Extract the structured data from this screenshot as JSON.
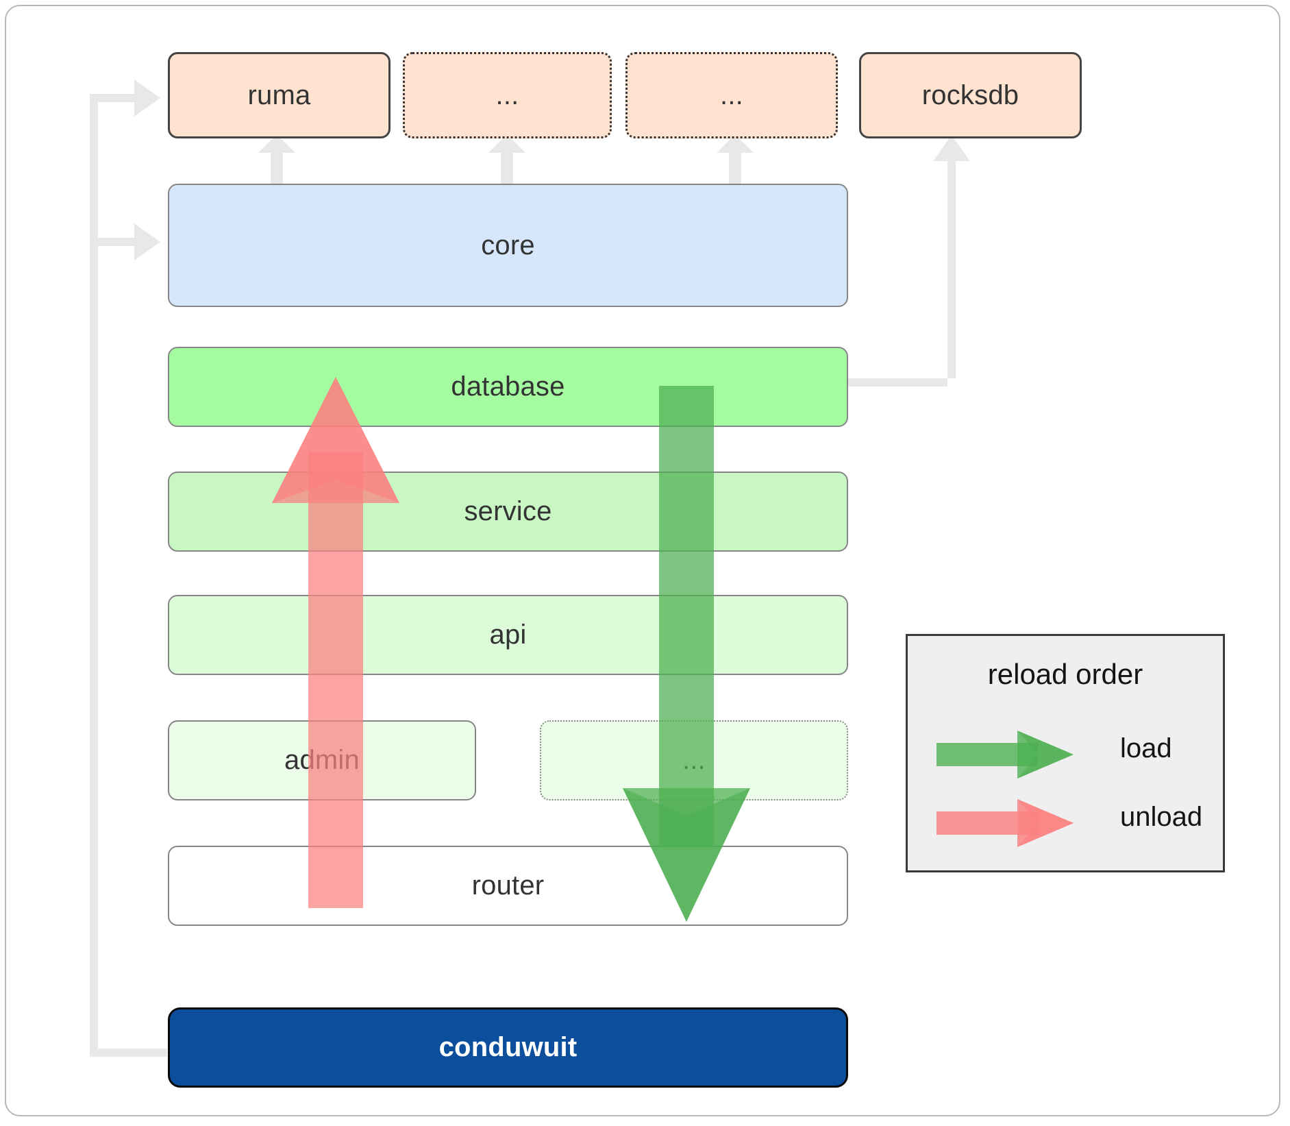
{
  "diagram": {
    "title": "conduwuit crate architecture / reload order",
    "external_crates": [
      {
        "id": "ruma",
        "label": "ruma",
        "style": "solid",
        "fill": "#ffe3d0"
      },
      {
        "id": "ext1",
        "label": "...",
        "style": "dotted",
        "fill": "#ffe3d0"
      },
      {
        "id": "ext2",
        "label": "...",
        "style": "dotted",
        "fill": "#ffe3d0"
      },
      {
        "id": "rocksdb",
        "label": "rocksdb",
        "style": "solid",
        "fill": "#ffe3d0"
      }
    ],
    "layers": [
      {
        "id": "core",
        "label": "core",
        "style": "solid",
        "fill": "#d6e7fb"
      },
      {
        "id": "database",
        "label": "database",
        "style": "solid",
        "fill": "#a5fca0"
      },
      {
        "id": "service",
        "label": "service",
        "style": "solid",
        "fill": "#c9f7c4"
      },
      {
        "id": "api",
        "label": "api",
        "style": "solid",
        "fill": "#dcfbd8"
      },
      {
        "id": "admin",
        "label": "admin",
        "style": "solid",
        "fill": "#ecfdea"
      },
      {
        "id": "dots",
        "label": "...",
        "style": "dotted",
        "fill": "#ecfdea"
      },
      {
        "id": "router",
        "label": "router",
        "style": "solid",
        "fill": "#ffffff"
      }
    ],
    "app": {
      "id": "conduwuit",
      "label": "conduwuit",
      "fill": "#0b4f9c",
      "text_color": "#ffffff"
    },
    "legend": {
      "title": "reload order",
      "items": [
        {
          "id": "load",
          "label": "load",
          "color": "#4caf50"
        },
        {
          "id": "unload",
          "label": "unload",
          "color": "#fb8080"
        }
      ]
    },
    "colors": {
      "connector": "#e8e8e8",
      "load_arrow": "#4caf50",
      "unload_arrow": "#fb8080",
      "frame_border": "#b8b8b8",
      "legend_bg": "#efefef"
    }
  }
}
